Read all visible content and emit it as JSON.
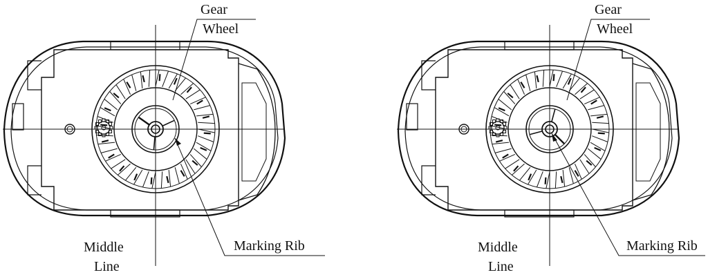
{
  "figures": [
    {
      "id": "left",
      "labels": {
        "gear_line1": "Gear",
        "gear_line2": "Wheel",
        "marking": "Marking Rib",
        "middle_line1": "Middle",
        "middle_line2": "Line"
      },
      "marking_rib_angle_deg": 215
    },
    {
      "id": "right",
      "labels": {
        "gear_line1": "Gear",
        "gear_line2": "Wheel",
        "marking": "Marking Rib",
        "middle_line1": "Middle",
        "middle_line2": "Line"
      },
      "marking_rib_angle_deg": 45
    }
  ],
  "colors": {
    "ink": "#111111",
    "paper": "#ffffff"
  }
}
